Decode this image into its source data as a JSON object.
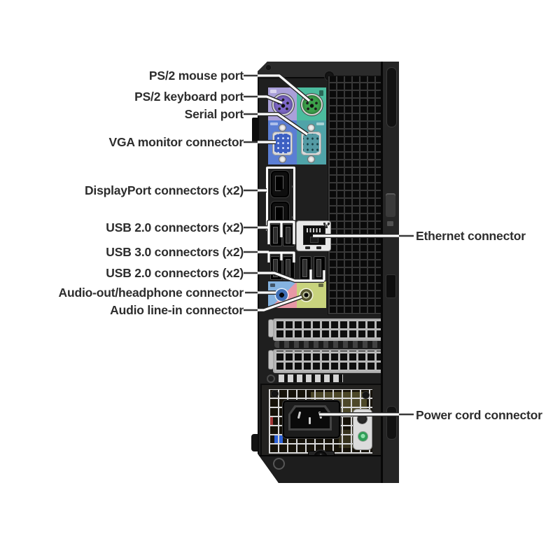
{
  "diagram": {
    "labels": {
      "ps2_mouse": "PS/2 mouse port",
      "ps2_keyboard": "PS/2 keyboard port",
      "serial": "Serial port",
      "vga": "VGA monitor connector",
      "displayport": "DisplayPort connectors (x2)",
      "usb2_top": "USB 2.0 connectors (x2)",
      "usb3": "USB 3.0 connectors (x2)",
      "usb2_bottom": "USB 2.0 connectors (x2)",
      "audio_out": "Audio-out/headphone connector",
      "audio_in": "Audio line-in connector",
      "ethernet": "Ethernet connector",
      "power": "Power cord connector"
    },
    "colors": {
      "background": "#ffffff",
      "label_text": "#2d2d2d",
      "callout_line": "#ffffff",
      "callout_outline": "#2b2b2b",
      "chassis": "#1f1f1f",
      "ps2_keyboard_panel": "#aaa0da",
      "ps2_keyboard_port": "#7e68c8",
      "ps2_mouse_panel": "#4cbc9e",
      "ps2_mouse_port": "#3da24b",
      "vga_panel": "#5b7ed4",
      "vga_port": "#3c5fc2",
      "serial_panel": "#4fa3a8",
      "serial_port": "#549aa4",
      "audio_out_panel_blue": "#85b3e0",
      "audio_out_panel_pink": "#e898a6",
      "audio_in_panel": "#c8d37d",
      "ethernet_bezel": "#e9e9e9",
      "power_led_green": "#2f9e57"
    },
    "icons": {
      "network": "network-icon",
      "keyboard": "keyboard-icon",
      "mouse_lock": "lock-icon",
      "headphone": "headphone-icon",
      "line_in": "line-in-icon"
    }
  }
}
